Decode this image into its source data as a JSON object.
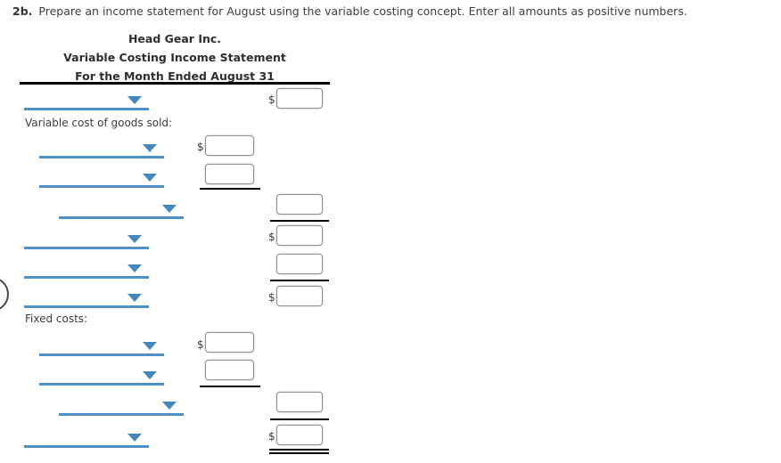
{
  "prompt": {
    "number": "2b.",
    "text": "Prepare an income statement for August using the variable costing concept. Enter all amounts as positive numbers."
  },
  "statement": {
    "company": "Head Gear Inc.",
    "title": "Variable Costing Income Statement",
    "period": "For the Month Ended August 31"
  },
  "section_labels": {
    "variable_cogs": "Variable cost of goods sold:",
    "fixed_costs": "Fixed costs:"
  },
  "currency_symbol": "$",
  "colors": {
    "accent_blue_line": "#4f91c6",
    "accent_blue_triangle": "#4387bd",
    "rule_black": "#000000",
    "input_border": "#909090",
    "text": "#3c3c3c"
  },
  "rows": [
    {
      "row": 1,
      "dropdown_selected": "",
      "indent": 0,
      "amount": {
        "column": "right",
        "dollar_prefix": true,
        "value": ""
      },
      "rule_below": "none"
    },
    {
      "row": 2,
      "dropdown_selected": "",
      "indent": 1,
      "amount": {
        "column": "middle",
        "dollar_prefix": true,
        "value": ""
      },
      "rule_below": "none"
    },
    {
      "row": 3,
      "dropdown_selected": "",
      "indent": 1,
      "amount": {
        "column": "middle",
        "dollar_prefix": false,
        "value": ""
      },
      "rule_below": "single"
    },
    {
      "row": 4,
      "dropdown_selected": "",
      "indent": 2,
      "amount": {
        "column": "right",
        "dollar_prefix": false,
        "value": ""
      },
      "rule_below": "single"
    },
    {
      "row": 5,
      "dropdown_selected": "",
      "indent": 0,
      "amount": {
        "column": "right",
        "dollar_prefix": true,
        "value": ""
      },
      "rule_below": "none"
    },
    {
      "row": 6,
      "dropdown_selected": "",
      "indent": 0,
      "amount": {
        "column": "right",
        "dollar_prefix": false,
        "value": ""
      },
      "rule_below": "single"
    },
    {
      "row": 7,
      "dropdown_selected": "",
      "indent": 0,
      "amount": {
        "column": "right",
        "dollar_prefix": true,
        "value": ""
      },
      "rule_below": "none"
    },
    {
      "row": 8,
      "dropdown_selected": "",
      "indent": 1,
      "amount": {
        "column": "middle",
        "dollar_prefix": true,
        "value": ""
      },
      "rule_below": "none"
    },
    {
      "row": 9,
      "dropdown_selected": "",
      "indent": 1,
      "amount": {
        "column": "middle",
        "dollar_prefix": false,
        "value": ""
      },
      "rule_below": "single"
    },
    {
      "row": 10,
      "dropdown_selected": "",
      "indent": 2,
      "amount": {
        "column": "right",
        "dollar_prefix": false,
        "value": ""
      },
      "rule_below": "single"
    },
    {
      "row": 11,
      "dropdown_selected": "",
      "indent": 0,
      "amount": {
        "column": "right",
        "dollar_prefix": true,
        "value": ""
      },
      "rule_below": "double"
    }
  ]
}
